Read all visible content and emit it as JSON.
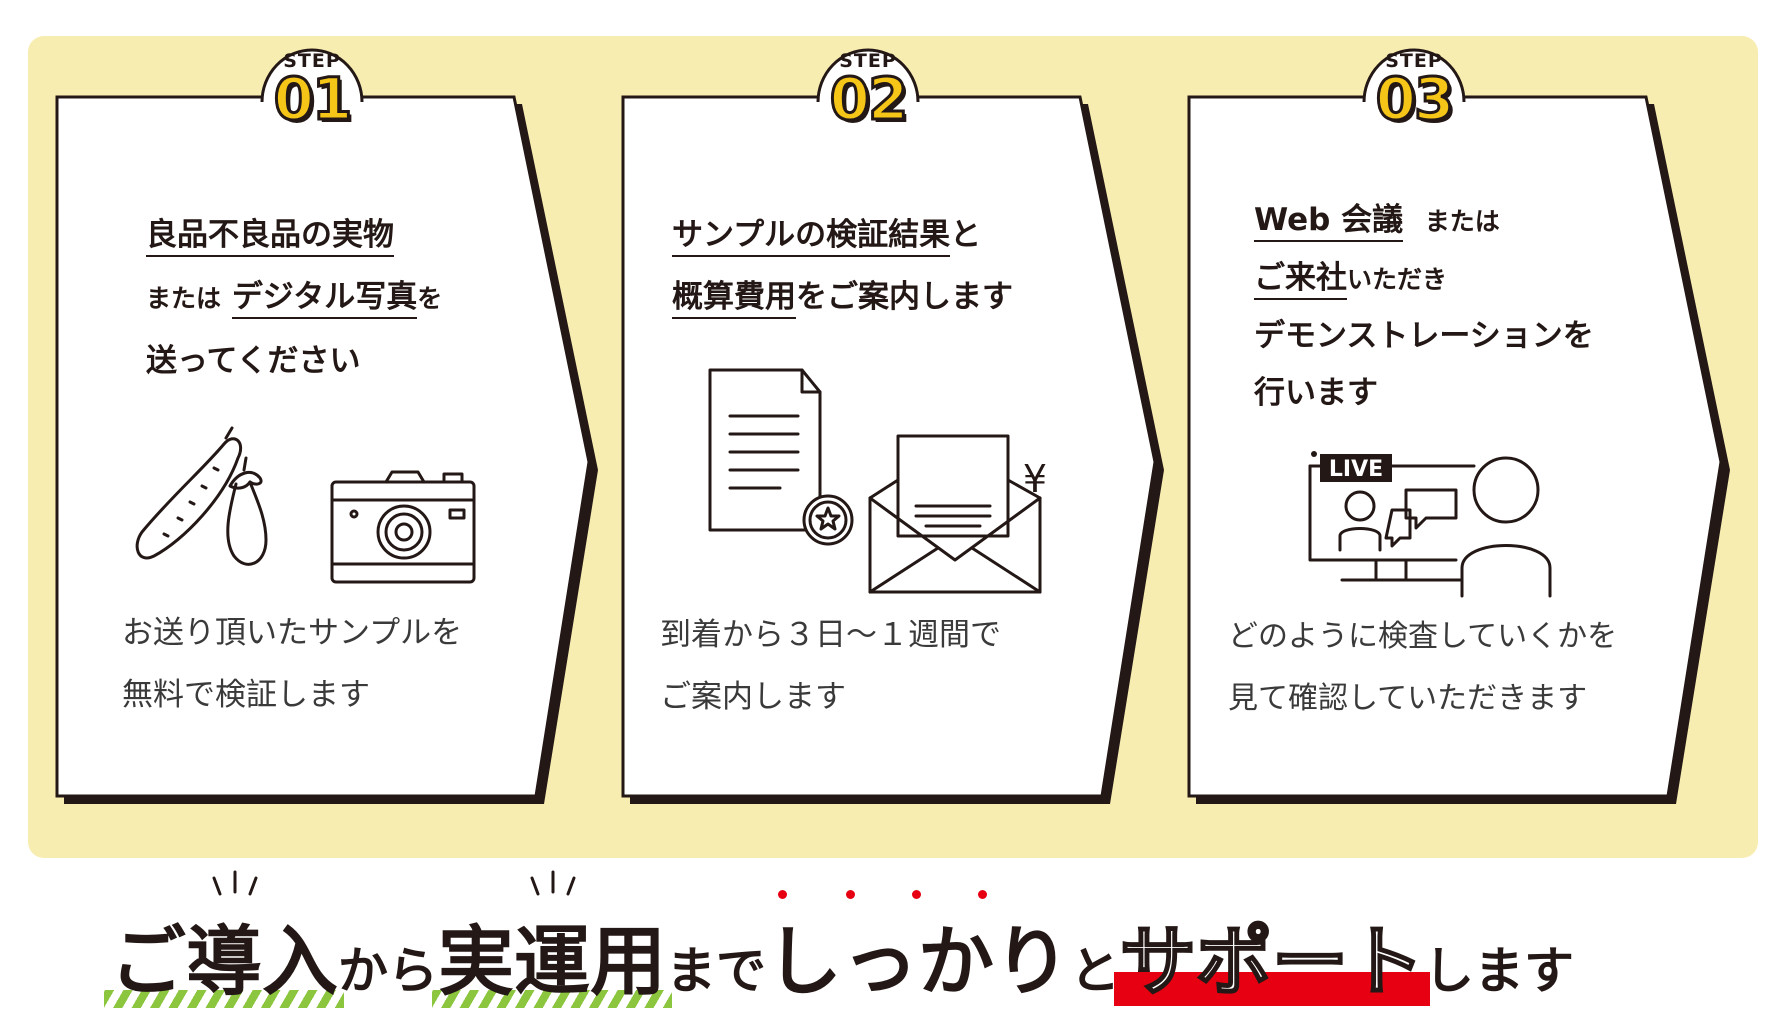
{
  "steps": [
    {
      "step_label": "STEP",
      "number": "01",
      "heading": {
        "line1_u": "良品不良品の実物",
        "line2_pre": "または",
        "line2_u": "デジタル写真",
        "line2_post": "を",
        "line3": "送ってください"
      },
      "description": [
        "お送り頂いたサンプルを",
        "無料で検証します"
      ],
      "icons": [
        "cucumber-icon",
        "eggplant-icon",
        "camera-icon"
      ]
    },
    {
      "step_label": "STEP",
      "number": "02",
      "heading": {
        "line1_u": "サンプルの検証結果",
        "line1_post": "と",
        "line2_u": "概算費用",
        "line2_post": "をご案内します"
      },
      "description": [
        "到着から３日〜１週間で",
        "ご案内します"
      ],
      "icons": [
        "document-icon",
        "envelope-yen-icon"
      ],
      "yen": "¥"
    },
    {
      "step_label": "STEP",
      "number": "03",
      "heading": {
        "line1_u": "Web 会議",
        "line1_post": "または",
        "line2_u": "ご来社",
        "line2_post": "いただき",
        "line3": "デモンストレーションを",
        "line4": "行います"
      },
      "description": [
        "どのように検査していくかを",
        "見て確認していただきます"
      ],
      "icons": [
        "live-video-meeting-icon",
        "person-icon"
      ],
      "live_label": "LIVE"
    }
  ],
  "tagline": {
    "part1": "ご導入",
    "part2": "から",
    "part3": "実運用",
    "part4": "まで",
    "part5": "しっかり",
    "part6": "と",
    "part7": "サポート",
    "part8": "します"
  },
  "colors": {
    "panel": "#f8edb0",
    "badge_number": "#f5c518",
    "ink": "#231815",
    "accent_red": "#e60012",
    "accent_green": "#8cc63f"
  }
}
